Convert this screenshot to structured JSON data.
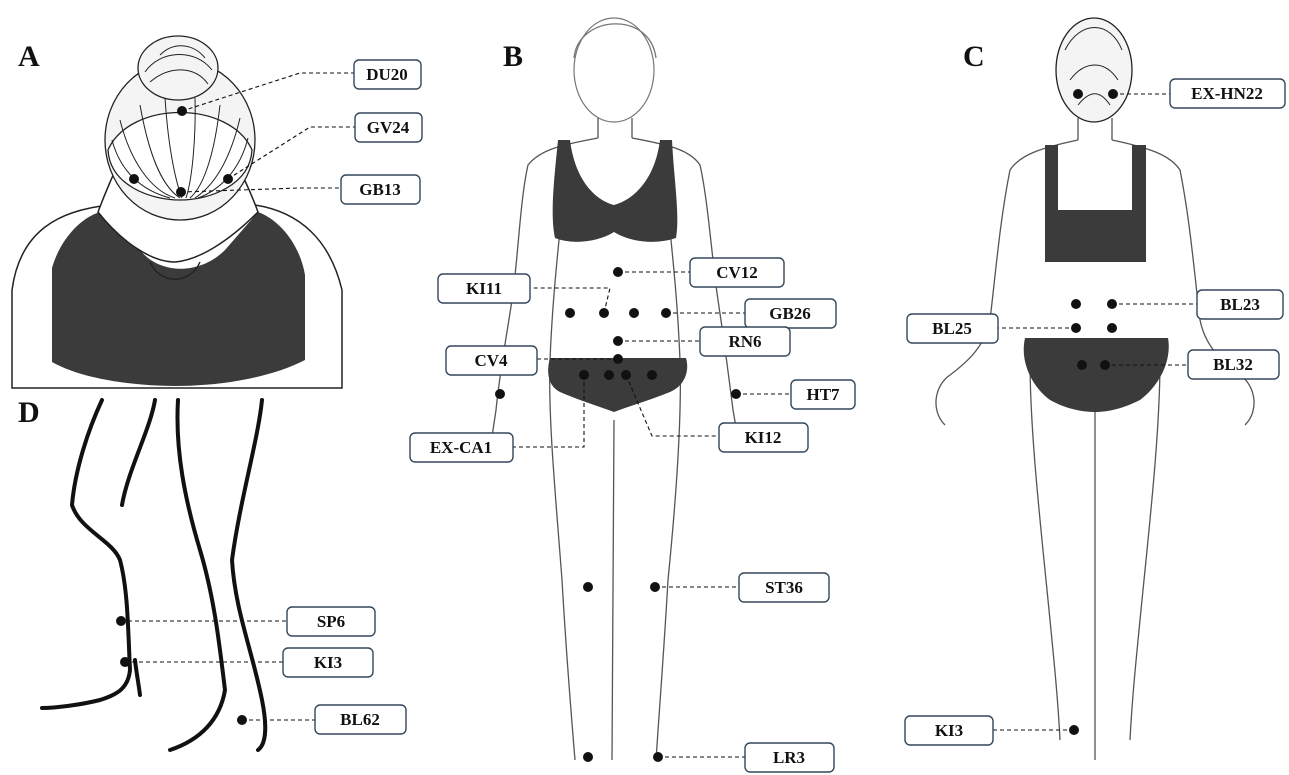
{
  "panels": {
    "A": {
      "letter": "A",
      "points": [
        {
          "name": "point-du20",
          "label": "DU20"
        },
        {
          "name": "point-gv24",
          "label": "GV24"
        },
        {
          "name": "point-gb13",
          "label": "GB13"
        }
      ]
    },
    "B": {
      "letter": "B",
      "points": [
        {
          "name": "point-cv12",
          "label": "CV12"
        },
        {
          "name": "point-ki11",
          "label": "KI11"
        },
        {
          "name": "point-gb26",
          "label": "GB26"
        },
        {
          "name": "point-rn6",
          "label": "RN6"
        },
        {
          "name": "point-cv4",
          "label": "CV4"
        },
        {
          "name": "point-ht7",
          "label": "HT7"
        },
        {
          "name": "point-ki12",
          "label": "KI12"
        },
        {
          "name": "point-ex-ca1",
          "label": "EX-CA1"
        },
        {
          "name": "point-st36",
          "label": "ST36"
        },
        {
          "name": "point-lr3",
          "label": "LR3"
        }
      ]
    },
    "C": {
      "letter": "C",
      "points": [
        {
          "name": "point-ex-hn22",
          "label": "EX-HN22"
        },
        {
          "name": "point-bl23",
          "label": "BL23"
        },
        {
          "name": "point-bl25",
          "label": "BL25"
        },
        {
          "name": "point-bl32",
          "label": "BL32"
        },
        {
          "name": "point-ki3-back",
          "label": "KI3"
        }
      ]
    },
    "D": {
      "letter": "D",
      "points": [
        {
          "name": "point-sp6",
          "label": "SP6"
        },
        {
          "name": "point-ki3-legs",
          "label": "KI3"
        },
        {
          "name": "point-bl62",
          "label": "BL62"
        }
      ]
    }
  }
}
